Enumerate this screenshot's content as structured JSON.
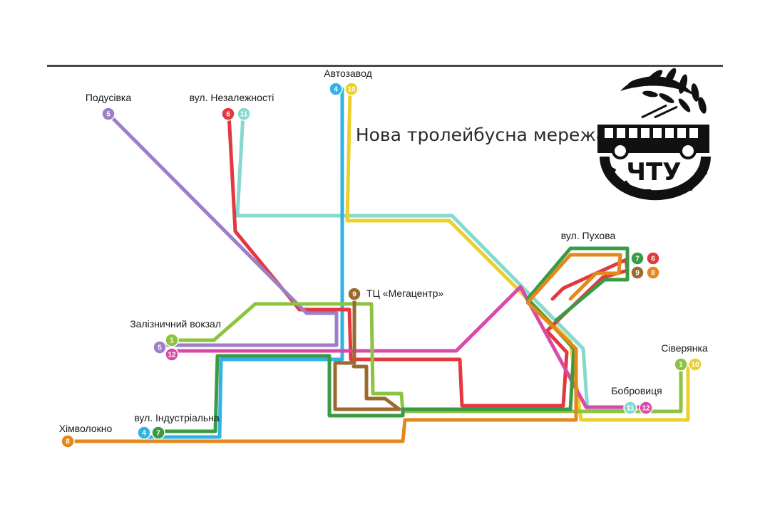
{
  "title": "Нова тролейбусна мережа",
  "logo": {
    "text": "ЧТУ"
  },
  "colors": {
    "1": "#8dc43f",
    "4": "#31b4e3",
    "5": "#9b7fc9",
    "6": "#e2393e",
    "7": "#3b9b45",
    "8": "#e4871c",
    "9": "#9b6a2f",
    "10": "#eccf2a",
    "11": "#86d9cf",
    "12": "#d84aa6",
    "divider": "#4a4a4a",
    "logo": "#111111"
  },
  "stops": [
    {
      "id": "avtozavod",
      "label": "Автозавод",
      "routes": [
        "4",
        "10"
      ]
    },
    {
      "id": "podusivka",
      "label": "Подусівка",
      "routes": [
        "5"
      ]
    },
    {
      "id": "nezalezhnosti",
      "label": "вул. Незалежності",
      "routes": [
        "6",
        "11"
      ]
    },
    {
      "id": "pukhova",
      "label": "вул. Пухова",
      "routes": [
        "7",
        "6",
        "9",
        "8"
      ]
    },
    {
      "id": "megacentr",
      "label": "ТЦ «Мегацентр»",
      "routes": [
        "9"
      ]
    },
    {
      "id": "vokzal",
      "label": "Залізничний вокзал",
      "routes": [
        "1",
        "5",
        "12"
      ]
    },
    {
      "id": "siverianka",
      "label": "Сіверянка",
      "routes": [
        "1",
        "10"
      ]
    },
    {
      "id": "bobrovytsia",
      "label": "Бобровиця",
      "routes": [
        "11",
        "12"
      ]
    },
    {
      "id": "industrialna",
      "label": "вул. Індустріальна",
      "routes": [
        "4",
        "7"
      ]
    },
    {
      "id": "khimvolokno",
      "label": "Хімволокно",
      "routes": [
        "8"
      ]
    }
  ]
}
